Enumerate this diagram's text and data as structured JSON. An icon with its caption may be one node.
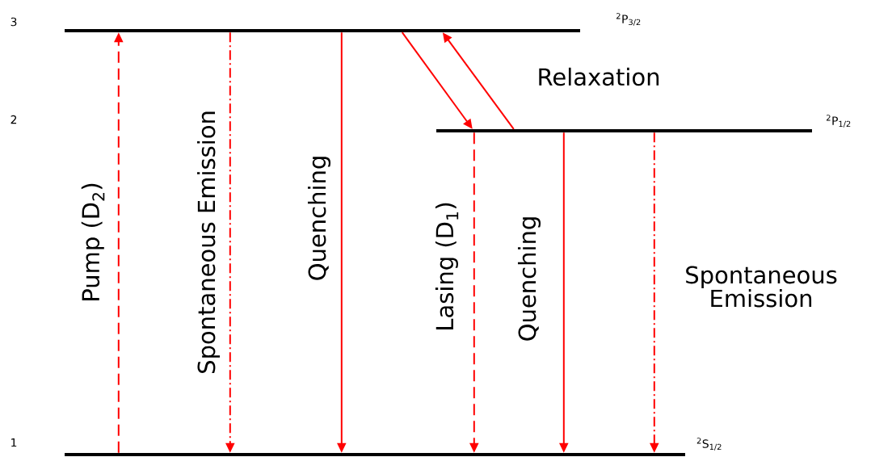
{
  "diagram": {
    "nodes": [
      {
        "text": [],
        "shape": "bar",
        "beside": [
          "$^{2}$P$_{3/2}$"
        ]
      },
      {
        "text": [],
        "shape": "bar",
        "beside": [
          "$^{2}$P$_{1/2}$"
        ]
      },
      {
        "text": [],
        "shape": "bar",
        "beside": [
          "$^{2}$S$_{1/2}$"
        ]
      }
    ],
    "labels": [
      "3",
      "2",
      "1"
    ],
    "edges": [
      {
        "from": 2,
        "to": 0,
        "arrow": "to",
        "style": "dashed",
        "label": "Pump (D$_{2}$)"
      },
      {
        "from": 0,
        "to": 2,
        "arrow": "to",
        "style": "dashed",
        "label": "Spontaneous Emission"
      },
      {
        "from": 0,
        "to": 2,
        "arrow": "to",
        "label": "Quenching"
      },
      {
        "from": 0,
        "to": 1,
        "arrow": "to"
      },
      {
        "from": 1,
        "to": 0,
        "arrow": "to",
        "label": "Relaxation"
      },
      {
        "from": 1,
        "to": 2,
        "arrow": "to",
        "style": "dashed",
        "label": "Lasing (D$_{1}$)"
      },
      {
        "from": 1,
        "to": 2,
        "arrow": "to",
        "label": "Quenching"
      },
      {
        "from": 1,
        "to": 2,
        "arrow": "to",
        "style": "dashed",
        "label": "Spontaneous Emission"
      }
    ]
  }
}
